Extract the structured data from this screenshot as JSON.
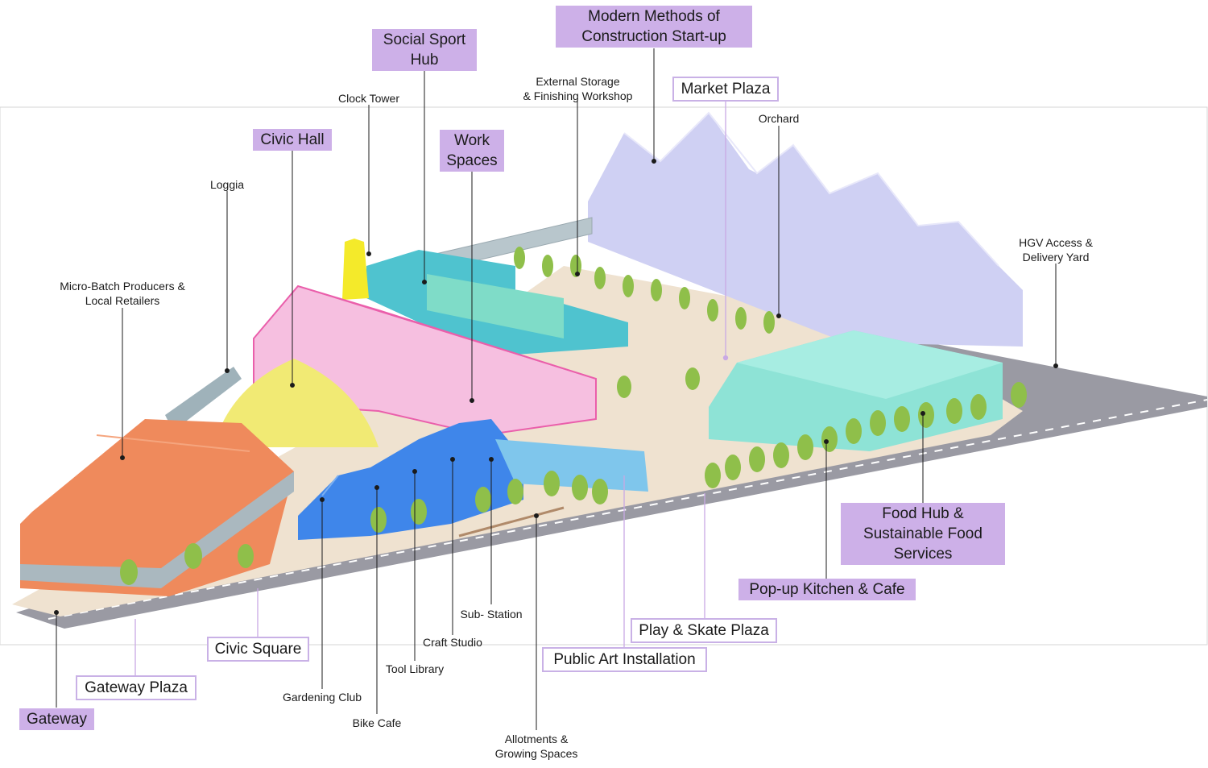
{
  "labels": {
    "modern_methods": "Modern Methods of\nConstruction Start-up",
    "social_sport_hub": "Social Sport\nHub",
    "external_storage": "External Storage\n& Finishing Workshop",
    "market_plaza": "Market Plaza",
    "clock_tower": "Clock Tower",
    "orchard": "Orchard",
    "civic_hall": "Civic Hall",
    "work_spaces": "Work\nSpaces",
    "loggia": "Loggia",
    "hgv_access": "HGV Access &\nDelivery Yard",
    "micro_batch": "Micro-Batch Producers &\nLocal Retailers",
    "food_hub": "Food Hub &\nSustainable Food\nServices",
    "pop_up_kitchen": "Pop-up Kitchen & Cafe",
    "play_skate": "Play & Skate Plaza",
    "sub_station": "Sub- Station",
    "public_art": "Public Art Installation",
    "craft_studio": "Craft Studio",
    "civic_square": "Civic Square",
    "tool_library": "Tool Library",
    "gateway_plaza": "Gateway Plaza",
    "gardening_club": "Gardening Club",
    "gateway": "Gateway",
    "bike_cafe": "Bike Cafe",
    "allotments": "Allotments &\nGrowing Spaces"
  },
  "colors": {
    "label_fill": "#cdb0e8",
    "label_outline": "#c9b1e6",
    "plaza_ground": "#efe2d0",
    "road": "#9a9aa3",
    "orange_blocks": "#ef8a5c",
    "yellow_dome": "#f1ea74",
    "pink_hall": "#ef7fbd",
    "blue_workshops": "#3f86ea",
    "sport_hub_teal": "#4fc3cf",
    "food_hub_mint": "#8ee3d6",
    "market_lavender": "#cfd0f3",
    "trees": "#8fbf4a"
  }
}
